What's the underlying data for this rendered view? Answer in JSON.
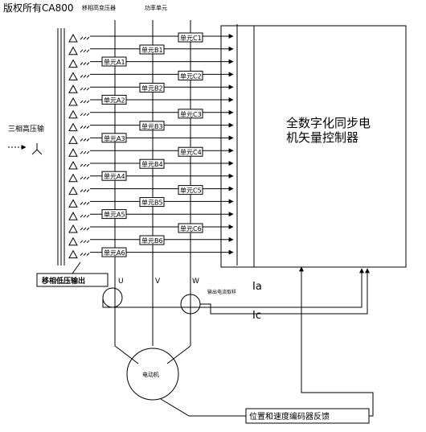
{
  "header": {
    "copyright": "版权所有CA800",
    "transformer_title": "移相高变压器",
    "power_unit_title": "功率单元"
  },
  "input_label": "三相高压输",
  "phase_shift_label": "移相低压输出",
  "controller": {
    "line1": "全数字化同步电",
    "line2": "机矢量控制器"
  },
  "phases": {
    "u": "U",
    "v": "V",
    "w": "W"
  },
  "current_sample_label": "输出电流取样",
  "current_ia": "Ia",
  "current_ic": "Ic",
  "motor_label": "电动机",
  "encoder_label": "位置和速度编码器反馈",
  "units": {
    "a": [
      "单元A1",
      "单元A2",
      "单元A3",
      "单元A4",
      "单元A5",
      "单元A6"
    ],
    "b": [
      "单元B1",
      "单元B2",
      "单元B3",
      "单元B4",
      "单元B5",
      "单元B6"
    ],
    "c": [
      "单元C1",
      "单元C2",
      "单元C3",
      "单元C4",
      "单元C5",
      "单元C6"
    ]
  }
}
